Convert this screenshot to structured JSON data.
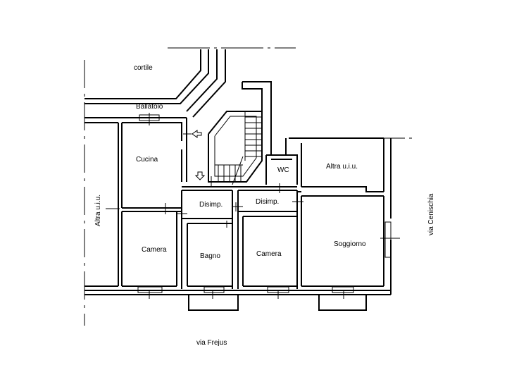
{
  "labels": {
    "cortile": "cortile",
    "ballatoio": "Ballatoio",
    "cucina": "Cucina",
    "wc": "WC",
    "altra_top": "Altra u.i.u.",
    "altra_left": "Altra u.i.u.",
    "disimp_left": "Disimp.",
    "disimp_right": "Disimp.",
    "camera_left": "Camera",
    "bagno": "Bagno",
    "camera_center": "Camera",
    "soggiorno": "Soggiorno",
    "via_frejus": "via Frejus",
    "via_cenischia": "via Cenischia"
  }
}
